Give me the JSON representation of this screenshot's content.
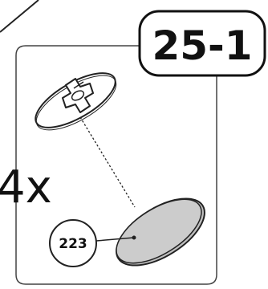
{
  "step": {
    "number": "25-1"
  },
  "instruction": {
    "quantity": "4x",
    "part_number": "223"
  },
  "colors": {
    "line": "#222222",
    "panel_border": "#444444",
    "felt_pad": "#cccccc",
    "background": "#ffffff"
  }
}
